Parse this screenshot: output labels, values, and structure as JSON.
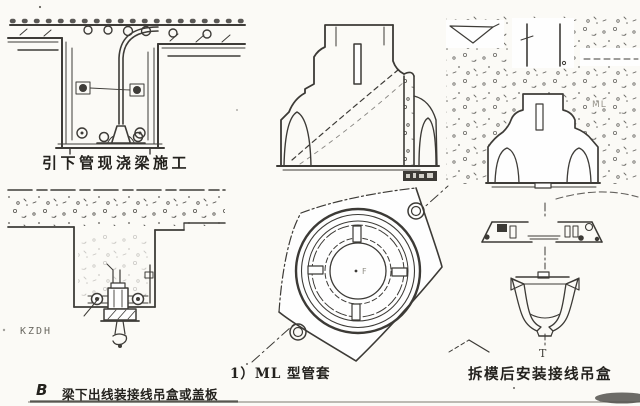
{
  "page": {
    "background": "#fbfaf6",
    "ink_color": "#2e2c28",
    "description": "扫描的建筑电气安装工艺图（梁内暗配管与接线吊盒做法）"
  },
  "figures": {
    "beam_section": {
      "caption": "引下管现浇梁施工"
    },
    "under_beam_outlet": {
      "label": "KZDH",
      "caption_index": "B",
      "caption": "梁下出线装接线吊盒或盖板"
    },
    "sleeve_plan": {
      "caption": "1）ML 型管套",
      "center_mark": "F"
    },
    "embedded_sleeve": {
      "label": "ML"
    },
    "hanging_box": {
      "caption": "拆模后安装接线吊盒",
      "datum_mark": "T"
    }
  }
}
